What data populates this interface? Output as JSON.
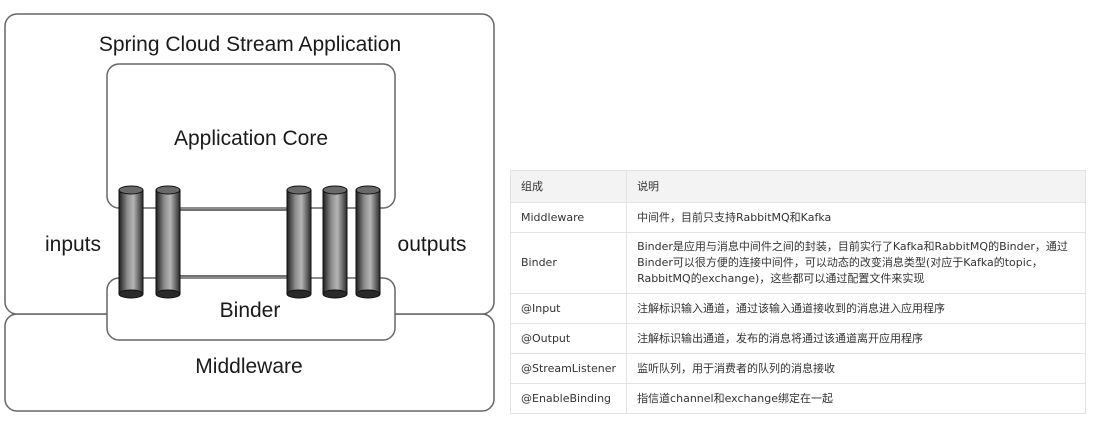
{
  "diagram": {
    "app_title": "Spring Cloud Stream Application",
    "core_label": "Application Core",
    "inputs_label": "inputs",
    "outputs_label": "outputs",
    "binder_label": "Binder",
    "middleware_label": "Middleware"
  },
  "table": {
    "headers": [
      "组成",
      "说明"
    ],
    "rows": [
      {
        "name": "Middleware",
        "desc": "中间件，目前只支持RabbitMQ和Kafka"
      },
      {
        "name": "Binder",
        "desc": "Binder是应用与消息中间件之间的封装，目前实行了Kafka和RabbitMQ的Binder，通过Binder可以很方便的连接中间件，可以动态的改变消息类型(对应于Kafka的topic，RabbitMQ的exchange)，这些都可以通过配置文件来实现"
      },
      {
        "name": "@Input",
        "desc": "注解标识输入通道，通过该输入通道接收到的消息进入应用程序"
      },
      {
        "name": "@Output",
        "desc": "注解标识输出通道，发布的消息将通过该通道离开应用程序"
      },
      {
        "name": "@StreamListener",
        "desc": "监听队列，用于消费者的队列的消息接收"
      },
      {
        "name": "@EnableBinding",
        "desc": "指信道channel和exchange绑定在一起"
      }
    ]
  }
}
